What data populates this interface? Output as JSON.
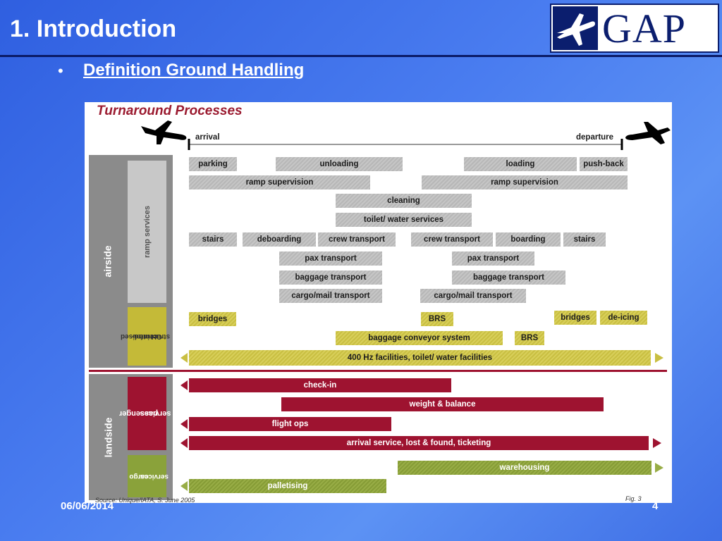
{
  "header": {
    "title": "1. Introduction",
    "logo_text": "GAP"
  },
  "bullet": {
    "symbol": "•",
    "text": "Definition Ground Handling"
  },
  "diagram": {
    "title": "Turnaround Processes",
    "arrival": "arrival",
    "departure": "departure",
    "sections": {
      "airside": "airside",
      "landside": "landside",
      "ramp_services": "ramp services",
      "centralised_1": "centralised",
      "centralised_2": "GH infra-",
      "centralised_3": "structure",
      "passenger_1": "passenger",
      "passenger_2": "services",
      "cargo_1": "cargo",
      "cargo_2": "services"
    },
    "ramp": {
      "parking": "parking",
      "unloading": "unloading",
      "loading": "loading",
      "push_back": "push-back",
      "ramp_supervision_1": "ramp supervision",
      "ramp_supervision_2": "ramp supervision",
      "cleaning": "cleaning",
      "toilet_water": "toilet/ water services",
      "stairs_1": "stairs",
      "deboarding": "deboarding",
      "crew_transport_1": "crew  transport",
      "crew_transport_2": "crew  transport",
      "boarding": "boarding",
      "stairs_2": "stairs",
      "pax_transport_1": "pax transport",
      "pax_transport_2": "pax transport",
      "baggage_transport_1": "baggage transport",
      "baggage_transport_2": "baggage transport",
      "cargo_mail_1": "cargo/mail transport",
      "cargo_mail_2": "cargo/mail transport"
    },
    "infra": {
      "bridges_1": "bridges",
      "brs_1": "BRS",
      "bridges_2": "bridges",
      "de_icing": "de-icing",
      "baggage_conveyor": "baggage conveyor system",
      "brs_2": "BRS",
      "facilities": "400 Hz facilities, toilet/ water facilities"
    },
    "passenger": {
      "check_in": "check-in",
      "weight_balance": "weight & balance",
      "flight_ops": "flight ops",
      "arrival_service": "arrival service, lost & found, ticketing"
    },
    "cargo": {
      "warehousing": "warehousing",
      "palletising": "palletising"
    },
    "source": "Source: Unique/IATA, S. June 2005",
    "figure": "Fig. 3"
  },
  "footer": {
    "date": "06/06/2014",
    "page": "4"
  },
  "colors": {
    "background": "#3f6fe6",
    "accent_red": "#9e1330",
    "yellow": "#d8cf5a",
    "green": "#98ad46",
    "grey": "#c2c2c2"
  }
}
